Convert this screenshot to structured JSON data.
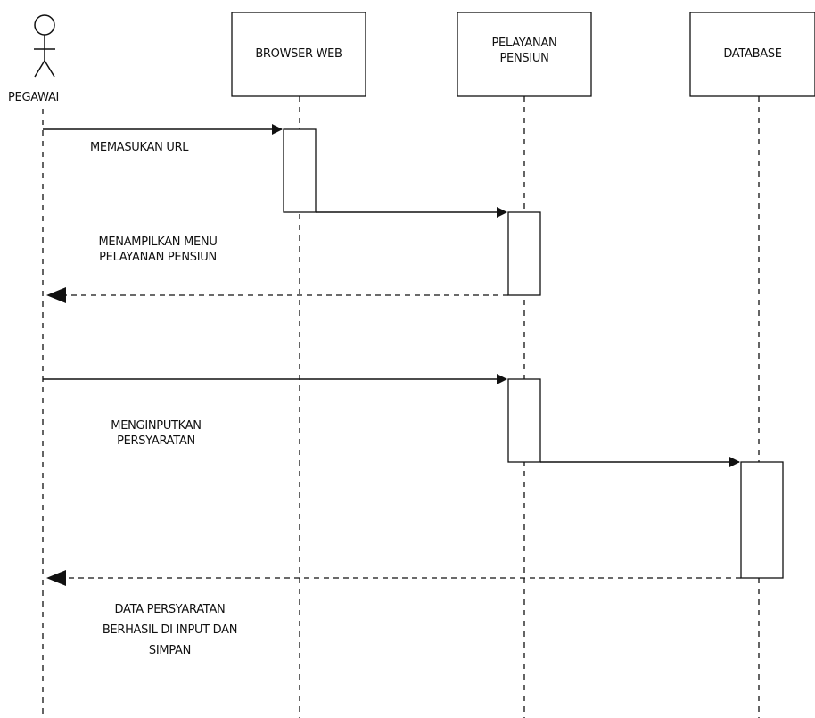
{
  "actor": {
    "label": "PEGAWAI"
  },
  "lifelines": {
    "browser": {
      "label": "BROWSER WEB"
    },
    "service": {
      "label_line1": "PELAYANAN",
      "label_line2": "PENSIUN"
    },
    "database": {
      "label": "DATABASE"
    }
  },
  "messages": {
    "m1": {
      "line1": "MEMASUKAN URL"
    },
    "m2": {
      "line1": "MENAMPILKAN MENU",
      "line2": "PELAYANAN PENSIUN"
    },
    "m3": {
      "line1": "MENGINPUTKAN",
      "line2": "PERSYARATAN"
    },
    "m4": {
      "line1": "DATA PERSYARATAN",
      "line2": "BERHASIL DI INPUT DAN",
      "line3": "SIMPAN"
    }
  },
  "colors": {
    "line": "#111111",
    "background": "#ffffff"
  }
}
